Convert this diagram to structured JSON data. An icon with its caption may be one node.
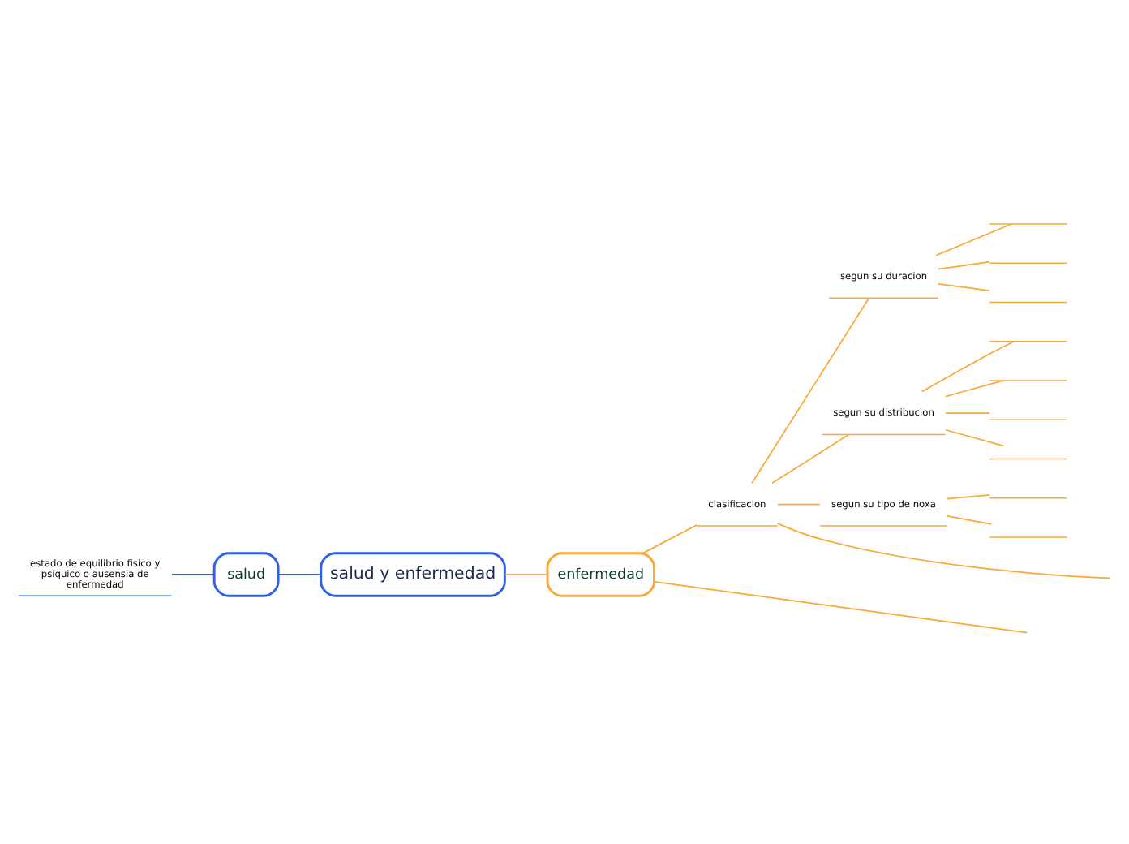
{
  "diagram": {
    "nodes": [
      {
        "text": [
          "salud y enfermedad"
        ]
      },
      {
        "text": [
          "salud"
        ]
      },
      {
        "text": [
          "estado de equilibrio fisico y psiquico o ausensia de enfermedad"
        ]
      },
      {
        "text": [
          "enfermedad"
        ]
      },
      {
        "text": [
          "clasificacion"
        ]
      },
      {
        "text": [
          "segun su duracion"
        ]
      },
      {
        "text": [],
        "shape": "bar"
      },
      {
        "text": [],
        "shape": "bar"
      },
      {
        "text": [],
        "shape": "bar"
      },
      {
        "text": [
          "segun su distribucion"
        ]
      },
      {
        "text": [],
        "shape": "bar"
      },
      {
        "text": [],
        "shape": "bar"
      },
      {
        "text": [],
        "shape": "bar"
      },
      {
        "text": [],
        "shape": "bar"
      },
      {
        "text": [
          "segun su tipo de noxa"
        ]
      },
      {
        "text": [],
        "shape": "bar"
      },
      {
        "text": [],
        "shape": "bar"
      }
    ],
    "edges": [
      {
        "from": 0,
        "to": 1,
        "arrow": "none",
        "color": "#2f62e8"
      },
      {
        "from": 1,
        "to": 2,
        "arrow": "none",
        "color": "#2f62e8"
      },
      {
        "from": 0,
        "to": 3,
        "arrow": "none"
      },
      {
        "from": 3,
        "to": null,
        "arrow": "none"
      },
      {
        "from": 3,
        "to": 4,
        "arrow": "none"
      },
      {
        "from": 4,
        "to": 5,
        "arrow": "none"
      },
      {
        "from": 5,
        "to": 6,
        "arrow": "none"
      },
      {
        "from": 5,
        "to": 7,
        "arrow": "none"
      },
      {
        "from": 5,
        "to": 8,
        "arrow": "none"
      },
      {
        "from": 4,
        "to": 9,
        "arrow": "none"
      },
      {
        "from": 9,
        "to": 10,
        "arrow": "none"
      },
      {
        "from": 9,
        "to": 11,
        "arrow": "none"
      },
      {
        "from": 9,
        "to": 12,
        "arrow": "none"
      },
      {
        "from": 9,
        "to": 13,
        "arrow": "none"
      },
      {
        "from": 4,
        "to": 14,
        "arrow": "none"
      },
      {
        "from": 14,
        "to": 15,
        "arrow": "none"
      },
      {
        "from": 14,
        "to": 16,
        "arrow": "none"
      },
      {
        "from": 4,
        "to": null,
        "arrow": "none"
      }
    ]
  }
}
